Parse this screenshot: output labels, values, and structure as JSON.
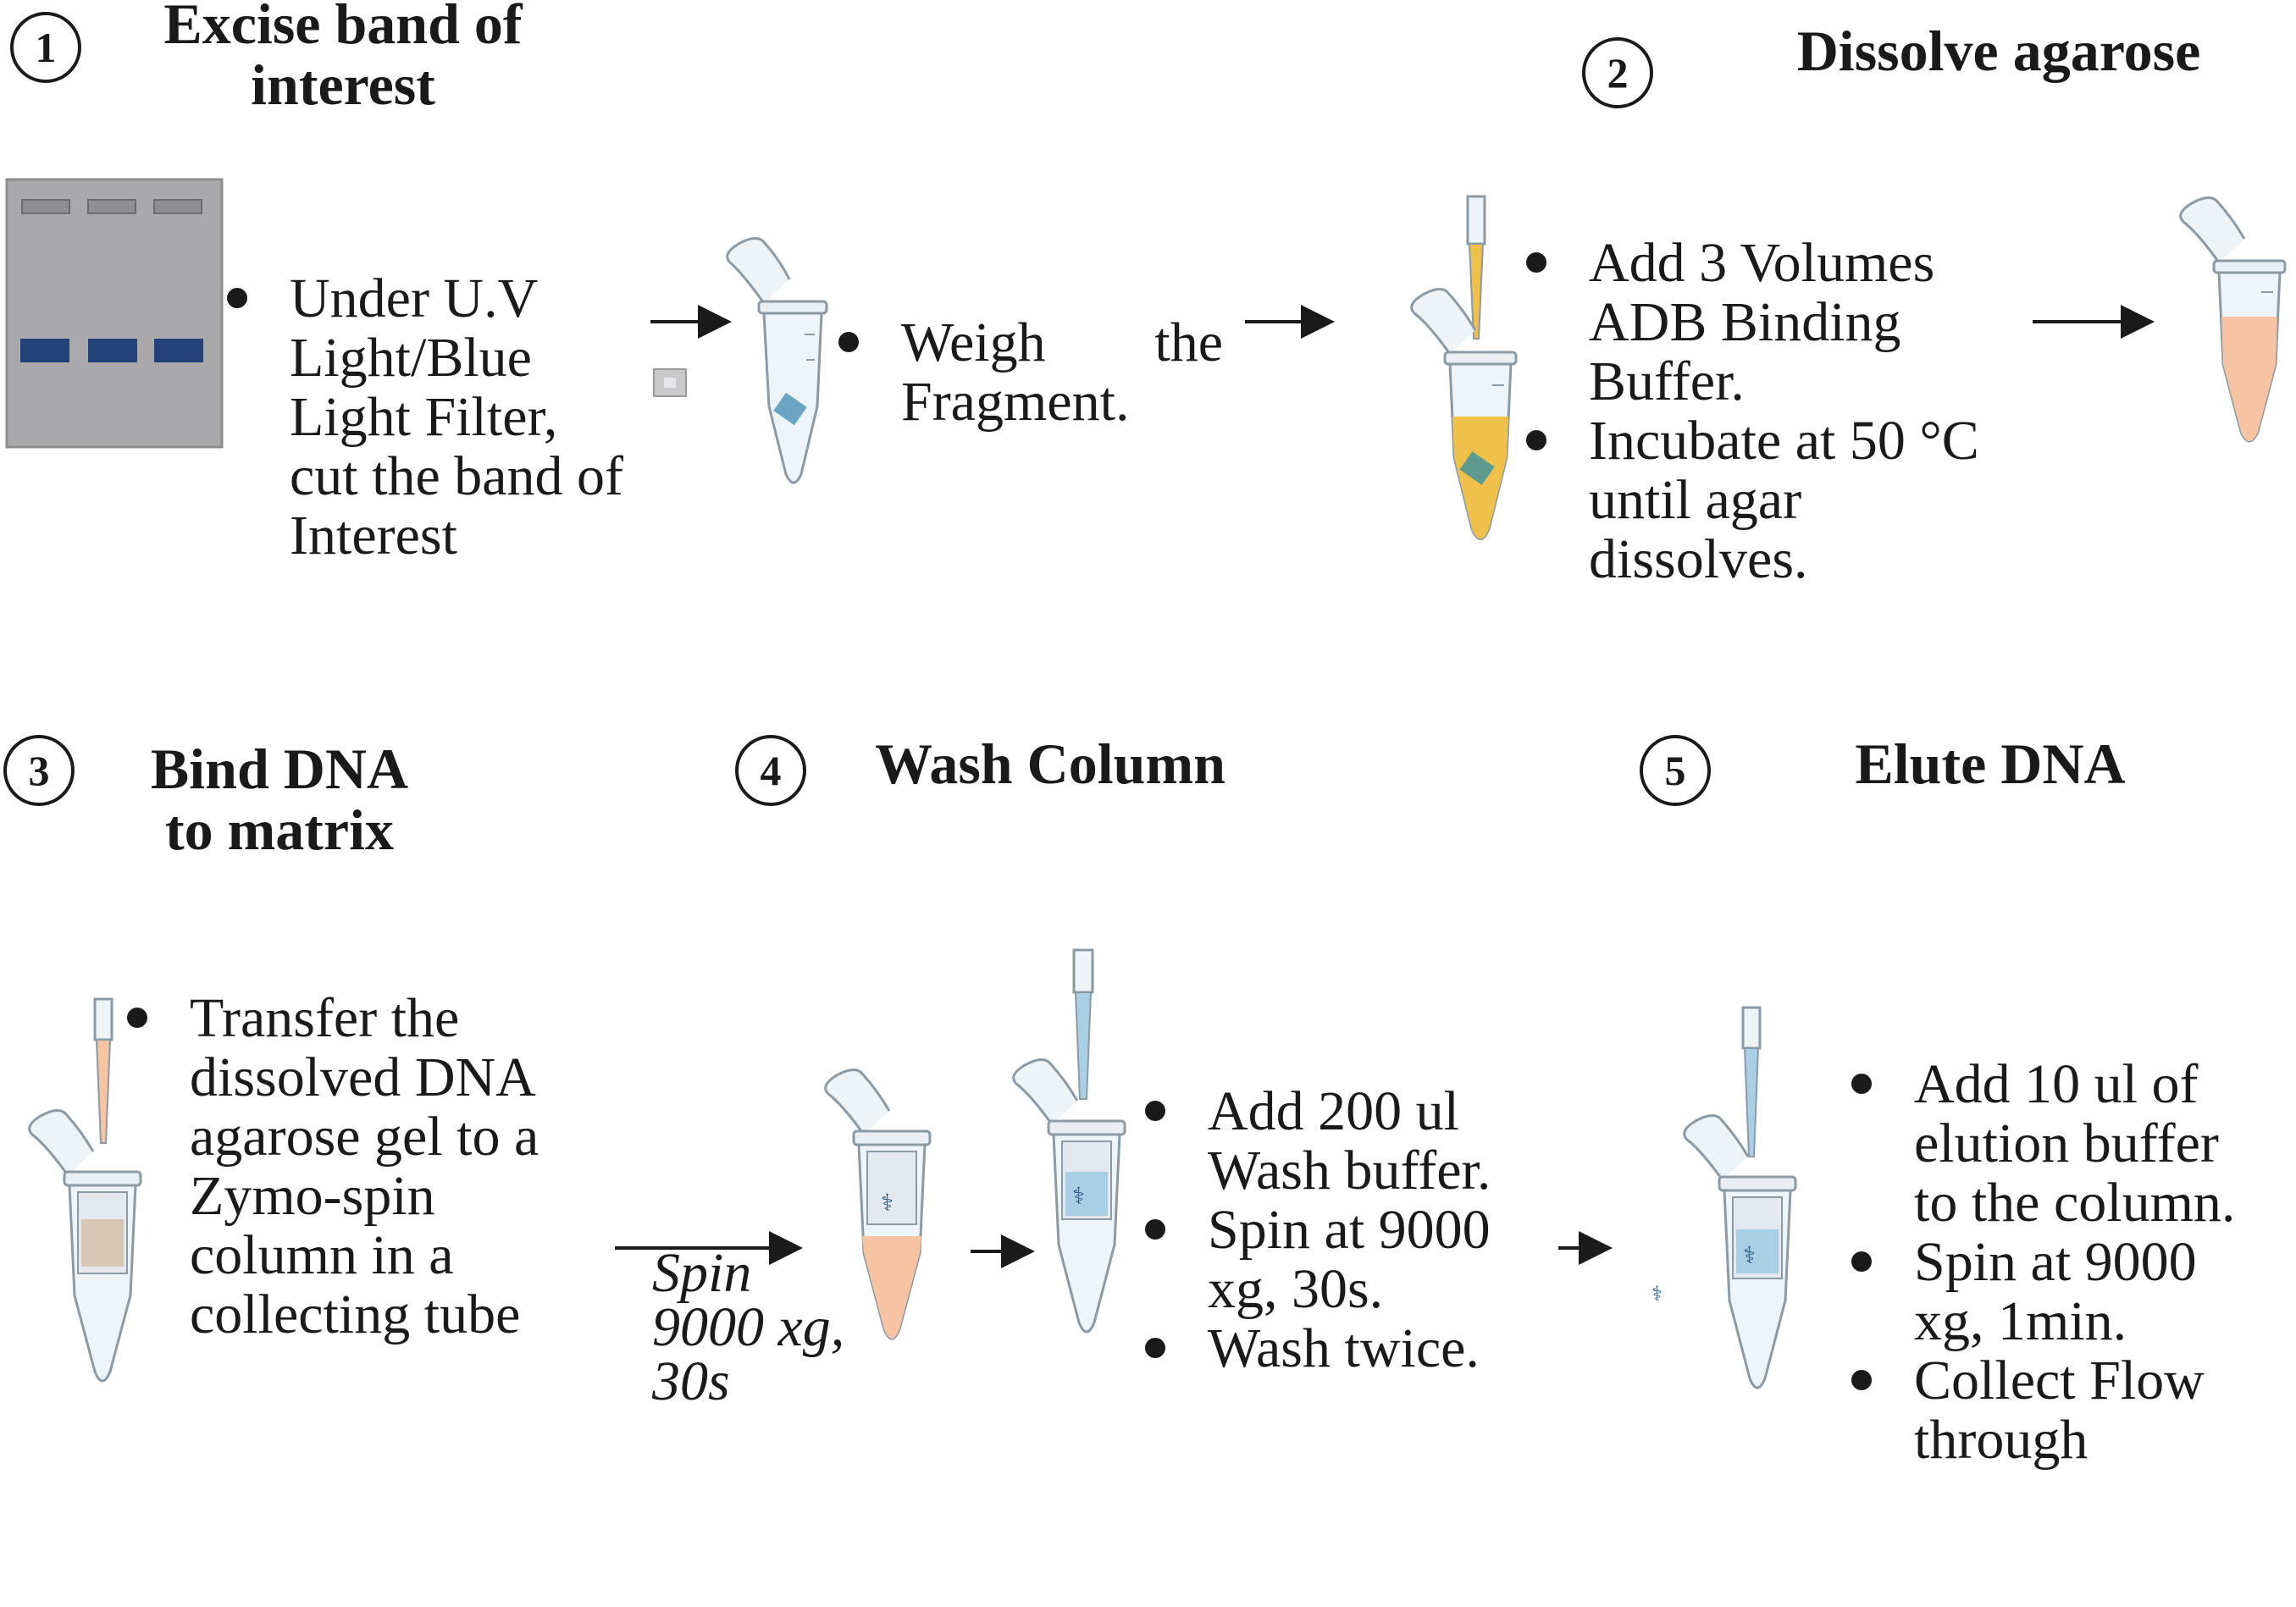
{
  "steps": [
    {
      "number": "1",
      "title_lines": [
        "Excise band of",
        "interest"
      ]
    },
    {
      "number": "2",
      "title_lines": [
        "Dissolve agarose"
      ]
    },
    {
      "number": "3",
      "title_lines": [
        "Bind DNA",
        "to matrix"
      ]
    },
    {
      "number": "4",
      "title_lines": [
        "Wash Column"
      ]
    },
    {
      "number": "5",
      "title_lines": [
        "Elute DNA"
      ]
    }
  ],
  "step1": {
    "bullets": [
      "Under U.V Light/Blue Light Filter, cut the band of Interest"
    ],
    "weigh_bullets": [
      "Weigh the Fragment."
    ]
  },
  "step2": {
    "bullets": [
      "Add 3 Volumes ADB Binding Buffer.",
      "Incubate at 50 °C until agar dissolves."
    ]
  },
  "step3": {
    "bullets": [
      "Transfer the dissolved DNA agarose gel to a Zymo-spin column in a collecting tube"
    ],
    "spin_lines": [
      "Spin",
      "9000 xg,",
      "30s"
    ]
  },
  "step4": {
    "bullets": [
      "Add 200 ul Wash buffer.",
      "Spin at 9000 xg, 30s.",
      "Wash twice."
    ]
  },
  "step5": {
    "bullets": [
      "Add 10 ul of elution buffer to the column.",
      "Spin at 9000 xg, 1min.",
      "Collect Flow through"
    ]
  },
  "colors": {
    "gel": "#a9a9ab",
    "band": "#24427a",
    "gel_fragment": "#6aa6c4",
    "binding_buffer": "#f0c14a",
    "dissolved_sample": "#f6c3a3",
    "wash_buffer": "#a9cfe6",
    "column_matrix": "#d9c7b2",
    "outline": "#8a9aa6"
  }
}
